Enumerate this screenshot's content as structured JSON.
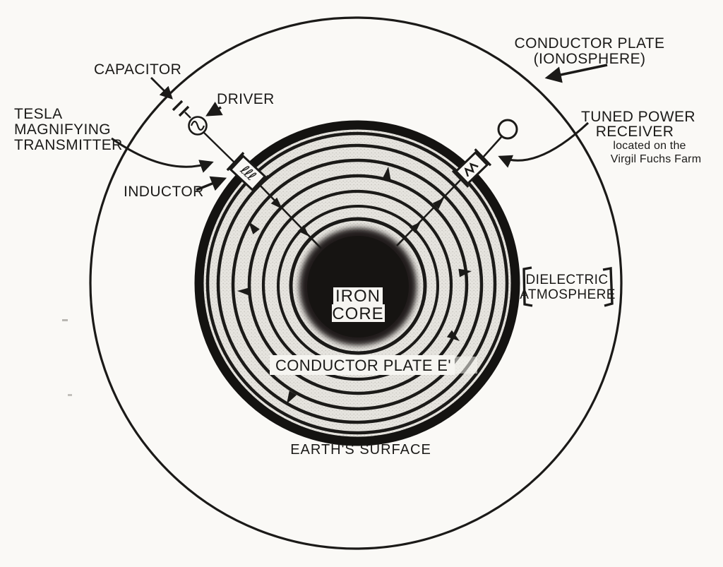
{
  "figure": {
    "kind": "scanned-technical-diagram",
    "subject": "Tesla magnifying transmitter wireless power scheme: Earth as spherical capacitor with iron core, conductor plates and dielectric atmosphere"
  },
  "labels": {
    "capacitor": "CAPACITOR",
    "driver": "DRIVER",
    "tesla": [
      "TESLA",
      "MAGNIFYING",
      "TRANSMITTER"
    ],
    "inductor": "INDUCTOR",
    "ionosphere": [
      "CONDUCTOR PLATE",
      "(IONOSPHERE)"
    ],
    "receiver": [
      "TUNED POWER",
      "RECEIVER",
      "located on the",
      "Virgil Fuchs Farm"
    ],
    "dielectric": [
      "DIELECTRIC",
      "ATMOSPHERE"
    ],
    "core": [
      "IRON",
      "CORE"
    ],
    "plate_e": "CONDUCTOR PLATE E'",
    "surface": "EARTH'S SURFACE"
  },
  "symbols": {
    "driver_symbol": "ac-source-sine",
    "capacitor_symbol": "two-parallel-plates",
    "inductor_symbol": "coil-script-lll",
    "receiver_symbol": "zigzag-resonant-load",
    "antenna_symbol": "ball-terminal"
  },
  "colors": {
    "ink": "#1b1a18",
    "paper": "#faf9f6",
    "earth_stipple_bg": "#e6e4df",
    "earth_stipple_dot": "#c7c5be",
    "iron_core": "#161412",
    "label_patch": "#f6f5f1"
  }
}
